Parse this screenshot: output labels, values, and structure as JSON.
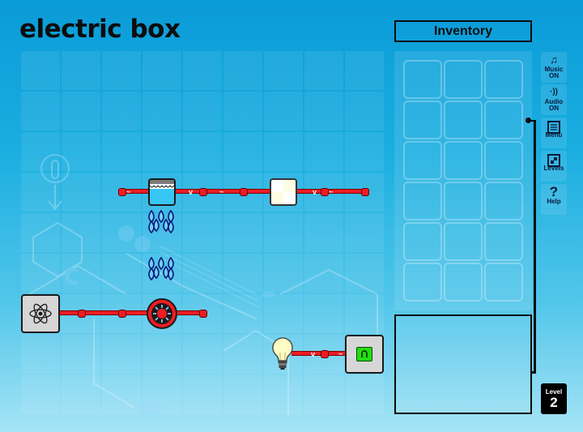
{
  "logo": {
    "text": "electric box"
  },
  "inventory": {
    "title": "Inventory",
    "rows": 6,
    "cols": 3,
    "slots": []
  },
  "side_buttons": [
    {
      "id": "music",
      "icon": "music-note-icon",
      "glyph": "♫",
      "label_line1": "Music",
      "label_line2": "ON"
    },
    {
      "id": "audio",
      "icon": "speaker-icon",
      "glyph": "·))",
      "label_line1": "Audio",
      "label_line2": "ON"
    },
    {
      "id": "menu",
      "icon": "menu-list-icon",
      "glyph": "☰",
      "label_line1": "Menu",
      "label_line2": ""
    },
    {
      "id": "levels",
      "icon": "levels-icon",
      "glyph": "▪",
      "label_line1": "Levels",
      "label_line2": ""
    },
    {
      "id": "help",
      "icon": "question-icon",
      "glyph": "?",
      "label_line1": "Help",
      "label_line2": ""
    }
  ],
  "level": {
    "label": "Level",
    "number": "2"
  },
  "board": {
    "grid": {
      "cols": 9,
      "rows": 9,
      "cell_size": 48,
      "pitch": 50
    },
    "components": [
      {
        "type": "water-tank",
        "col": 3,
        "row": 3
      },
      {
        "type": "light-sensor-block",
        "col": 6,
        "row": 3
      },
      {
        "type": "water-drops",
        "col": 3,
        "row": 4
      },
      {
        "type": "water-drops",
        "col": 3,
        "row": 5
      },
      {
        "type": "atom-power-source",
        "col": 0,
        "row": 6
      },
      {
        "type": "water-turbine",
        "col": 3,
        "row": 6
      },
      {
        "type": "light-bulb",
        "col": 6,
        "row": 7
      },
      {
        "type": "green-power-switch",
        "col": 8,
        "row": 7
      }
    ],
    "wires": [
      {
        "row": 3,
        "from_col": 2.5,
        "to_col": 8.5
      },
      {
        "row": 6,
        "from_col": 0.5,
        "to_col": 4.5
      },
      {
        "row": 7,
        "from_col": 6.5,
        "to_col": 8
      }
    ]
  },
  "colors": {
    "wire": "#ee1c24",
    "background_top": "#0a9bd8",
    "background_bottom": "#a6e4f6",
    "switch_green": "#22dd11",
    "tank_water": "#38c6f4",
    "bulb": "#fffbc4"
  }
}
